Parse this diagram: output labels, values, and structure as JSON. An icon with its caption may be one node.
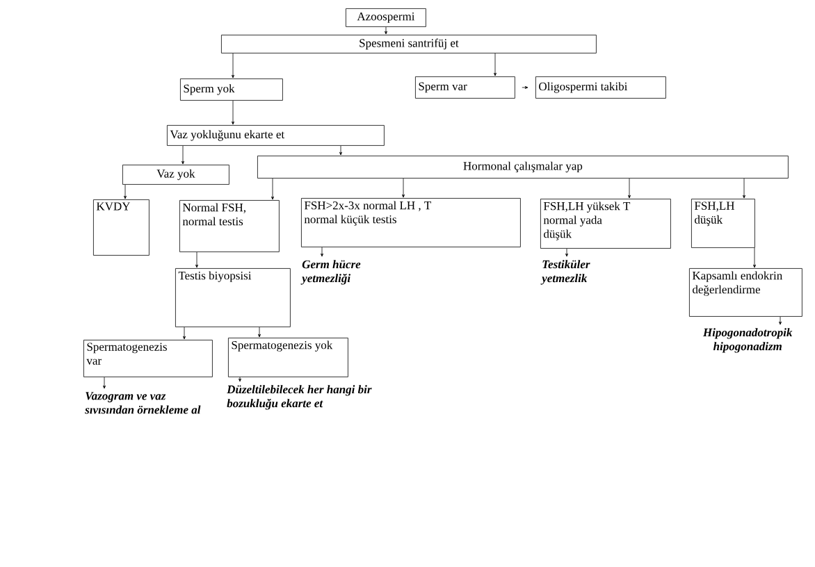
{
  "diagram": {
    "nodes": [
      {
        "text": [
          "Azoospermi"
        ]
      },
      {
        "text": [
          "Spesmeni santrifüj et"
        ]
      },
      {
        "text": [
          "Sperm yok"
        ]
      },
      {
        "text": [
          "Sperm var"
        ]
      },
      {
        "text": [
          "Oligospermi takibi"
        ]
      },
      {
        "text": [
          "Vaz yokluğunu ekarte et"
        ]
      },
      {
        "text": [
          "Vaz yok"
        ]
      },
      {
        "text": [
          "Hormonal çalışmalar yap"
        ]
      },
      {
        "text": [
          "KVDY"
        ]
      },
      {
        "text": [
          "Normal FSH, normal testis"
        ]
      },
      {
        "text": [
          "FSH>2x-3x normal LH , T normal küçük testis"
        ]
      },
      {
        "text": [
          "FSH,LH yüksek T normal yada düşük"
        ]
      },
      {
        "text": [
          "FSH,LH düşük"
        ]
      },
      {
        "text": [
          "Germ hücre yetmezliği"
        ]
      },
      {
        "text": [
          "Testiküler yetmezlik"
        ]
      },
      {
        "text": [
          "Testis biyopsisi"
        ]
      },
      {
        "text": [
          "Kapsamlı endokrin değerlendirme"
        ]
      },
      {
        "text": [
          "Hipogonadotropik hipogonadizm"
        ]
      },
      {
        "text": [
          "Spermatogenezis var"
        ]
      },
      {
        "text": [
          "Spermatogenezis yok"
        ]
      },
      {
        "text": [
          "Vazogram ve vaz sıvısından örnekleme al"
        ]
      },
      {
        "text": [
          "Düzeltilebilecek her hangi bir bozukluğu ekarte et"
        ]
      }
    ],
    "edges": [
      {
        "from": 0,
        "to": 1,
        "arrow": "to"
      },
      {
        "from": 1,
        "to": 2,
        "arrow": "to"
      },
      {
        "from": 1,
        "to": 3,
        "arrow": "to"
      },
      {
        "from": 3,
        "to": 4,
        "arrow": "to"
      },
      {
        "from": 2,
        "to": 5,
        "arrow": "to"
      },
      {
        "from": 5,
        "to": 6,
        "arrow": "to"
      },
      {
        "from": 5,
        "to": 7,
        "arrow": "to"
      },
      {
        "from": 6,
        "to": 8,
        "arrow": "to"
      },
      {
        "from": 7,
        "to": 9,
        "arrow": "to"
      },
      {
        "from": 7,
        "to": 10,
        "arrow": "to"
      },
      {
        "from": 7,
        "to": 11,
        "arrow": "to"
      },
      {
        "from": 7,
        "to": 12,
        "arrow": "to"
      },
      {
        "from": 10,
        "to": 13,
        "arrow": "to"
      },
      {
        "from": 11,
        "to": 14,
        "arrow": "to"
      },
      {
        "from": 9,
        "to": 15,
        "arrow": "to"
      },
      {
        "from": 12,
        "to": 16,
        "arrow": "to"
      },
      {
        "from": 16,
        "to": 17,
        "arrow": "to"
      },
      {
        "from": 15,
        "to": 18,
        "arrow": "to"
      },
      {
        "from": 15,
        "to": 19,
        "arrow": "to"
      },
      {
        "from": 18,
        "to": 20,
        "arrow": "to"
      },
      {
        "from": 19,
        "to": 21,
        "arrow": "to"
      }
    ]
  }
}
